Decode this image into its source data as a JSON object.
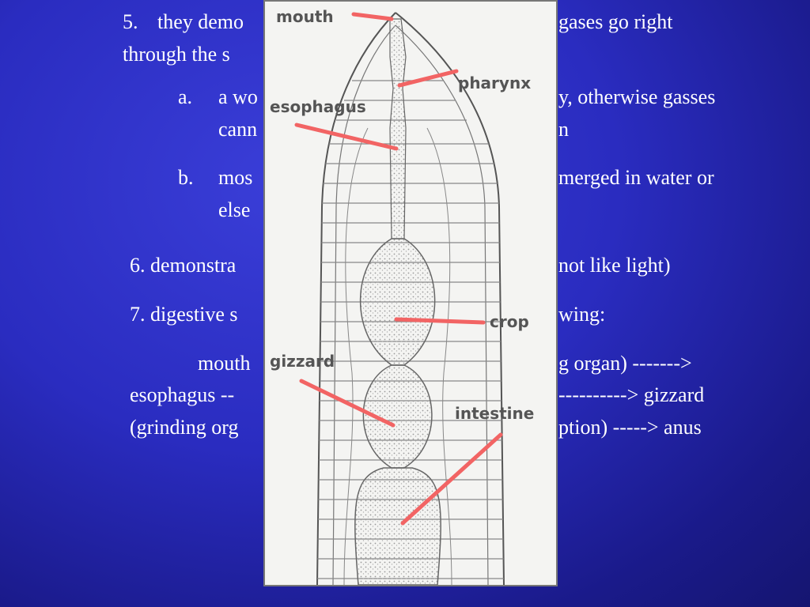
{
  "slide": {
    "item5": {
      "number": "5.",
      "line1": "they demo",
      "line1_right": "gases go right",
      "line2": "through the s"
    },
    "item5a": {
      "marker": "a.",
      "line1": "a wo",
      "line1_right": "y, otherwise gasses",
      "line2": "cann",
      "line2_right": "n"
    },
    "item5b": {
      "marker": "b.",
      "line1": "mos",
      "line1_right": "merged in water or",
      "line2": "else"
    },
    "item6": {
      "left": "6. demonstra",
      "right": "not like light)"
    },
    "item7": {
      "left": "7. digestive s",
      "right": "wing:"
    },
    "flow": {
      "line1_left": "mouth",
      "line1_right": "g organ) ------->",
      "line2_left": "esophagus --",
      "line2_right": "----------> gizzard",
      "line3_left": "(grinding org",
      "line3_right": "ption) -----> anus"
    }
  },
  "diagram": {
    "labels": {
      "mouth": "mouth",
      "pharynx": "pharynx",
      "esophagus": "esophagus",
      "crop": "crop",
      "gizzard": "gizzard",
      "intestine": "intestine"
    },
    "pointer_color": "#f26464",
    "label_color": "#555555"
  }
}
